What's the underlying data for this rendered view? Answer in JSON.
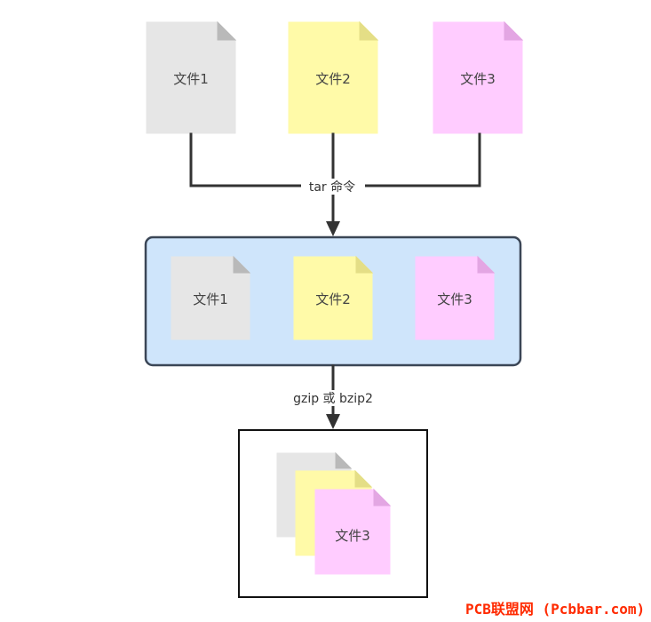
{
  "input_files": [
    {
      "label": "文件1",
      "color": "#e6e6e6",
      "fold_color": "#b9b9b9"
    },
    {
      "label": "文件2",
      "color": "#fffaa8",
      "fold_color": "#e4de86"
    },
    {
      "label": "文件3",
      "color": "#ffccff",
      "fold_color": "#e3a6e3"
    }
  ],
  "edges": {
    "tar_label": "tar 命令",
    "compress_label": "gzip 或 bzip2"
  },
  "archive": {
    "fill": "#cfe5fb",
    "stroke": "#3b4656",
    "files": [
      {
        "label": "文件1",
        "color": "#e6e6e6",
        "fold_color": "#b9b9b9"
      },
      {
        "label": "文件2",
        "color": "#fffaa8",
        "fold_color": "#e4de86"
      },
      {
        "label": "文件3",
        "color": "#ffccff",
        "fold_color": "#e3a6e3"
      }
    ]
  },
  "compressed": {
    "stroke": "#111111",
    "visible_label": "文件3",
    "stack_colors": [
      "#e6e6e6",
      "#fffaa8",
      "#ffccff"
    ]
  },
  "watermark": "PCB联盟网 (Pcbbar.com)",
  "colors": {
    "connector": "#333333",
    "background": "#ffffff"
  }
}
